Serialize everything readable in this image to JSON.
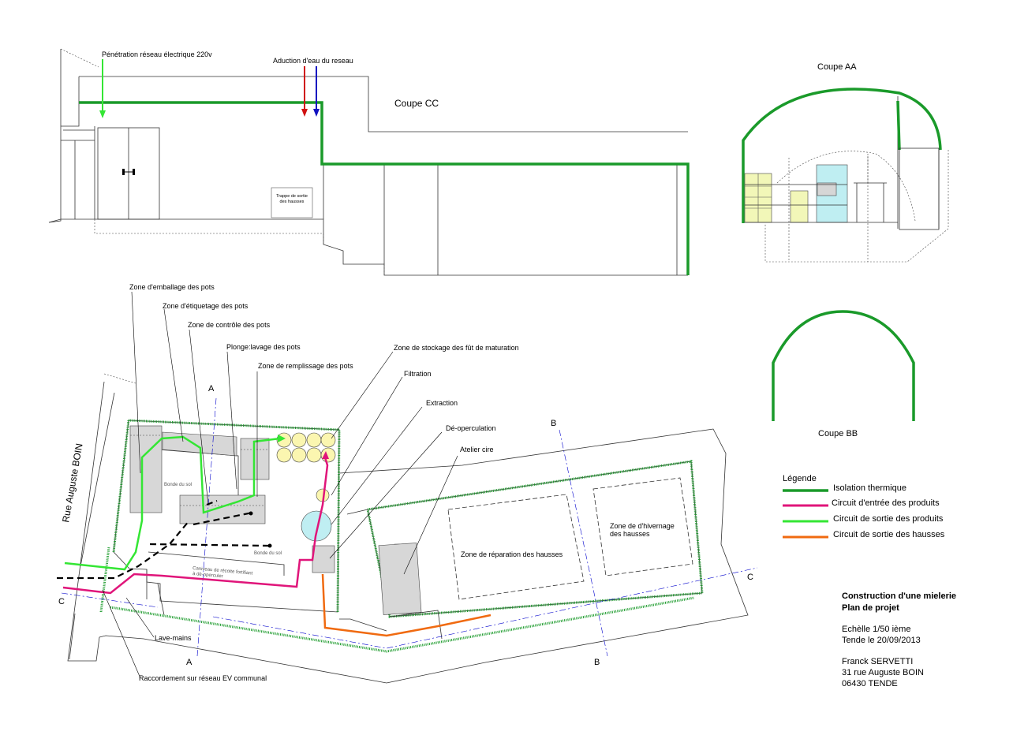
{
  "sections": {
    "coupe_cc": "Coupe CC",
    "coupe_aa": "Coupe AA",
    "coupe_bb": "Coupe BB"
  },
  "section_cc_labels": {
    "electric": "Pénétration réseau électrique 220v",
    "water": "Aduction d'eau du reseau",
    "trap_line1": "Trappe de sortie",
    "trap_line2": "des hausses"
  },
  "plan_labels": {
    "street": "Rue Auguste BOIN",
    "emballage": "Zone d'emballage des pots",
    "etiquetage": "Zone d'étiquetage des pots",
    "controle": "Zone de contrôle des pots",
    "plonge": "Plonge:lavage des pots",
    "remplissage": "Zone de remplissage des pots",
    "stockage": "Zone de stockage des fût de maturation",
    "filtration": "Filtration",
    "extraction": "Extraction",
    "desoperculation": "Dé-operculation",
    "atelier": "Atelier cire",
    "reparation": "Zone de réparation des hausses",
    "hivernage_1": "Zone de d'hivernage",
    "hivernage_2": "des hausses",
    "lave_mains": "Lave-mains",
    "raccordement": "Raccordement sur réseau EV communal",
    "bonde1": "Bonde du sol",
    "bonde2": "Bonde du sol",
    "caniveau_1": "Caniveau de récolte fortifiant",
    "caniveau_2": "à dé-operculer"
  },
  "section_marks": {
    "a": "A",
    "b": "B",
    "c": "C"
  },
  "legend": {
    "title": "Légende",
    "items": [
      {
        "label": "Isolation thermique",
        "color": "#1a9a2a"
      },
      {
        "label": "Circuit d'entrée des produits",
        "color": "#e0157a"
      },
      {
        "label": "Circuit de sortie des produits",
        "color": "#34e634"
      },
      {
        "label": "Circuit de sortie des hausses",
        "color": "#f06a10"
      }
    ]
  },
  "title_block": {
    "line1": "Construction d'une mielerie",
    "line2": "Plan de projet",
    "scale": "Echèlle 1/50 ième",
    "date": "Tende le 20/09/2013",
    "name": "Franck SERVETTI",
    "address": "31 rue Auguste BOIN",
    "city": "06430 TENDE"
  }
}
